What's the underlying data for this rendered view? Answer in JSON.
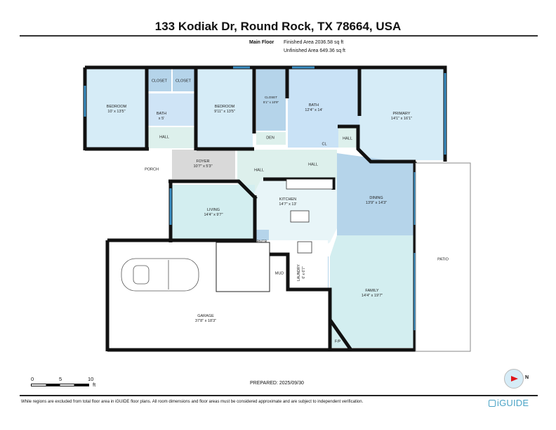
{
  "header": {
    "title": "133 Kodiak Dr, Round Rock, TX 78664, USA",
    "floor_label": "Main Floor",
    "finished_area": "Finished Area 2036.58 sq ft",
    "unfinished_area": "Unfinished Area 649.36 sq ft"
  },
  "colors": {
    "room_light": "#d6ecf7",
    "room_mid": "#b5d4ea",
    "room_teal": "#d3eef0",
    "hall_light": "#ddf0ec",
    "foyer_gray": "#d9d9d9",
    "window_blue": "#3b8fc4",
    "wall": "#111111"
  },
  "rooms": [
    {
      "name": "BEDROOM",
      "dims": "10' x 13'5\""
    },
    {
      "name": "CLOSET",
      "dims": ""
    },
    {
      "name": "CLOSET",
      "dims": ""
    },
    {
      "name": "BATH",
      "dims": "x 5'"
    },
    {
      "name": "HALL",
      "dims": ""
    },
    {
      "name": "BEDROOM",
      "dims": "9'11\" x 13'5\""
    },
    {
      "name": "CLOSET",
      "dims": "5'1\" x 10'9\""
    },
    {
      "name": "DEN",
      "dims": ""
    },
    {
      "name": "BATH",
      "dims": "12'4\" x 14'"
    },
    {
      "name": "CL",
      "dims": ""
    },
    {
      "name": "HALL",
      "dims": ""
    },
    {
      "name": "PRIMARY",
      "dims": "14'1\" x 16'1\""
    },
    {
      "name": "PORCH",
      "dims": ""
    },
    {
      "name": "FOYER",
      "dims": "10'7\" x 5'3\""
    },
    {
      "name": "HALL",
      "dims": ""
    },
    {
      "name": "HALL",
      "dims": ""
    },
    {
      "name": "LIVING",
      "dims": "14'4\" x 9'7\""
    },
    {
      "name": "KITCHEN",
      "dims": "14'7\" x 13'"
    },
    {
      "name": "DINING",
      "dims": "13'9\" x 14'3\""
    },
    {
      "name": "PNTR",
      "dims": ""
    },
    {
      "name": "MUD",
      "dims": ""
    },
    {
      "name": "LAUNDRY",
      "dims": "6' x 6'7\""
    },
    {
      "name": "FAMILY",
      "dims": "14'4\" x 19'7\""
    },
    {
      "name": "F/P",
      "dims": ""
    },
    {
      "name": "GARAGE",
      "dims": "37'8\" x 18'3\""
    },
    {
      "name": "PATIO",
      "dims": ""
    }
  ],
  "scale_bar": {
    "ticks": [
      "0",
      "5",
      "10"
    ],
    "unit": "ft"
  },
  "prepared": "PREPARED: 2025/09/30",
  "compass": {
    "label": "N",
    "icon": "compass-icon"
  },
  "footer": {
    "disclaimer": "While regions are excluded from total floor area in iGUIDE floor plans. All room dimensions and floor areas must be considered approximate and are subject to independent verification.",
    "brand": "iGUIDE"
  }
}
